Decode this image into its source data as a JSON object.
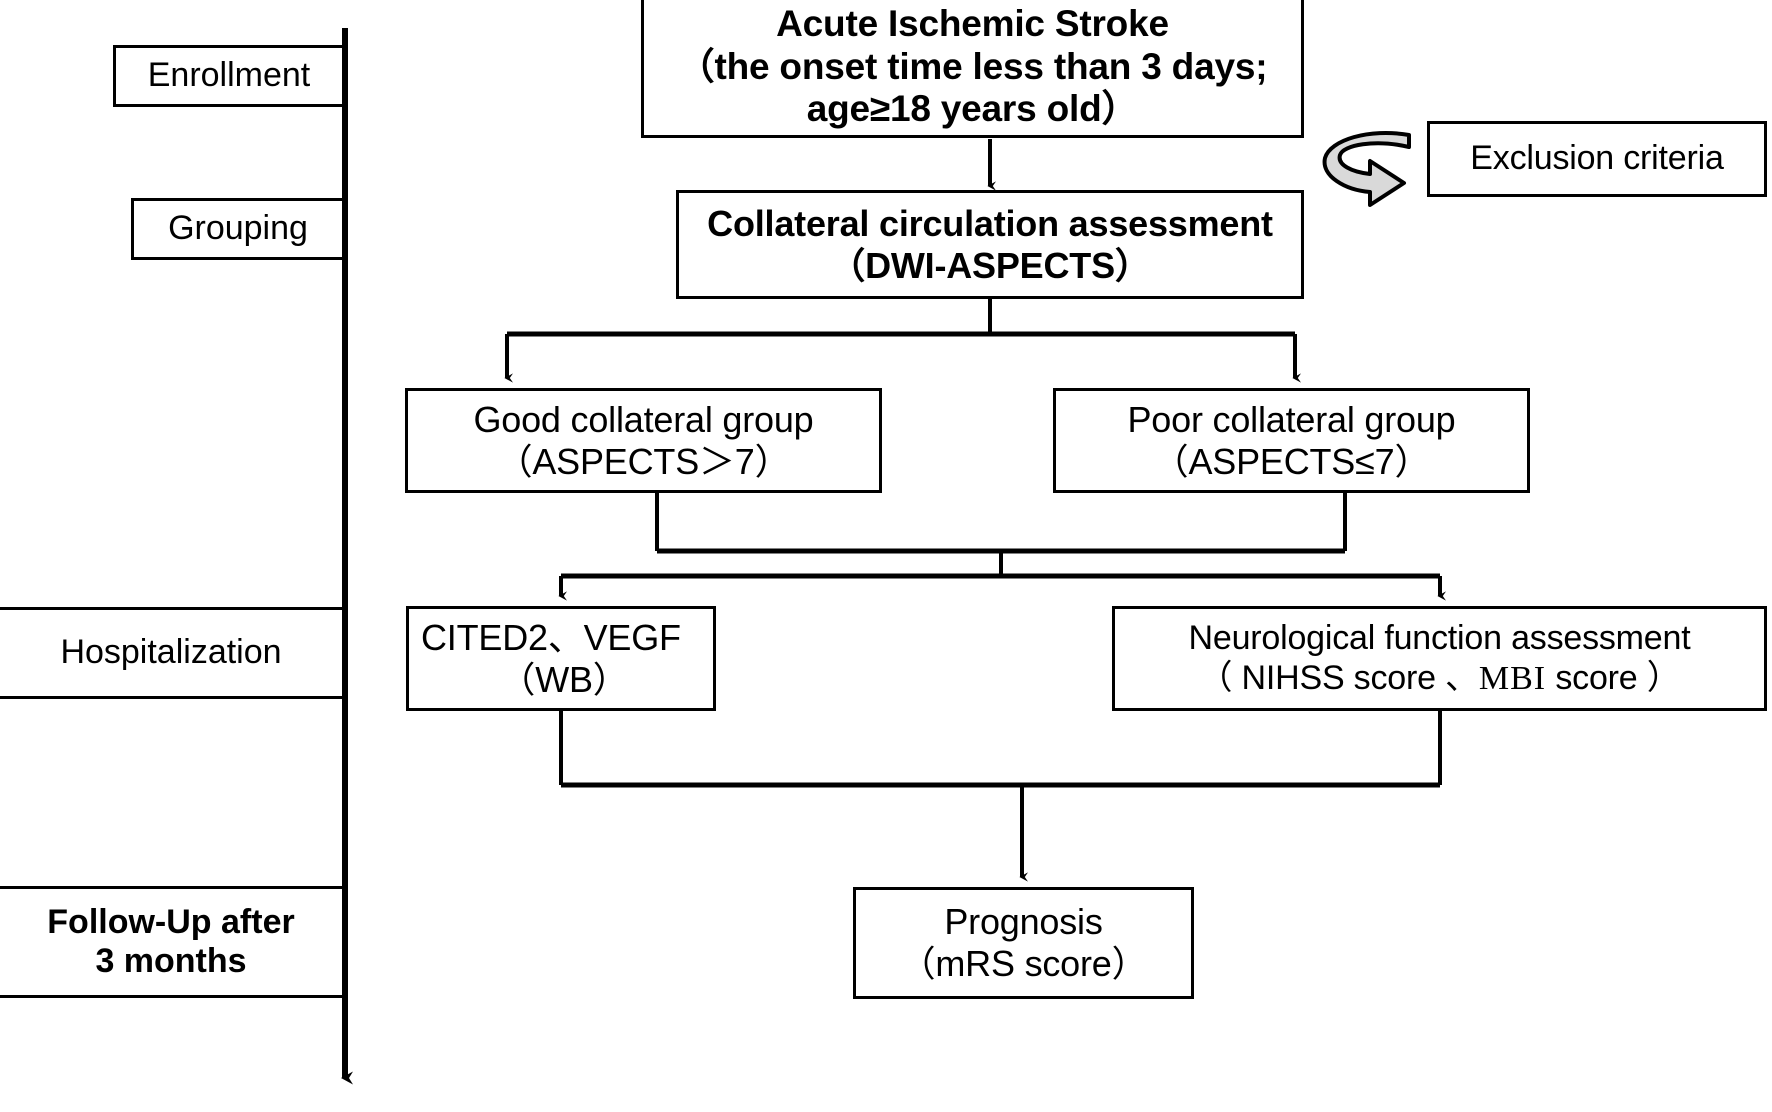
{
  "diagram": {
    "title": "Acute ischemic stroke collateral circulation study flowchart",
    "stroke_color": "#000000",
    "fill_color": "#ffffff",
    "arrow_ribbon_fill": "#d9d9d9"
  },
  "timeline": {
    "axis_name": "study-timeline-arrow",
    "stages": [
      {
        "id": "enrollment",
        "lines": [
          "Enrollment"
        ]
      },
      {
        "id": "grouping",
        "lines": [
          "Grouping"
        ]
      },
      {
        "id": "hospitalization",
        "lines": [
          "Hospitalization"
        ]
      },
      {
        "id": "followup",
        "lines": [
          "Follow-Up after",
          "3 months"
        ]
      }
    ]
  },
  "flow": {
    "stroke": {
      "line1": "Acute Ischemic Stroke",
      "line2": "（the onset time less than 3 days;",
      "line3": "age≥18 years old）"
    },
    "exclusion": {
      "label": "Exclusion criteria"
    },
    "collateral": {
      "line1": "Collateral circulation assessment",
      "line2": "（DWI-ASPECTS）"
    },
    "good_group": {
      "line1": "Good collateral group",
      "line2": "（ASPECTS＞7）"
    },
    "poor_group": {
      "line1": "Poor collateral group",
      "line2": "（ASPECTS≤7）"
    },
    "cited": {
      "line1": "CITED2、VEGF",
      "line2": "（WB）"
    },
    "neuro": {
      "line1": "Neurological function assessment",
      "line2_pre": "（ NIHSS score 、",
      "line2_mono": "MBI",
      "line2_post": "score ）"
    },
    "prognosis": {
      "line1": "Prognosis",
      "line2": "（mRS score）"
    }
  }
}
